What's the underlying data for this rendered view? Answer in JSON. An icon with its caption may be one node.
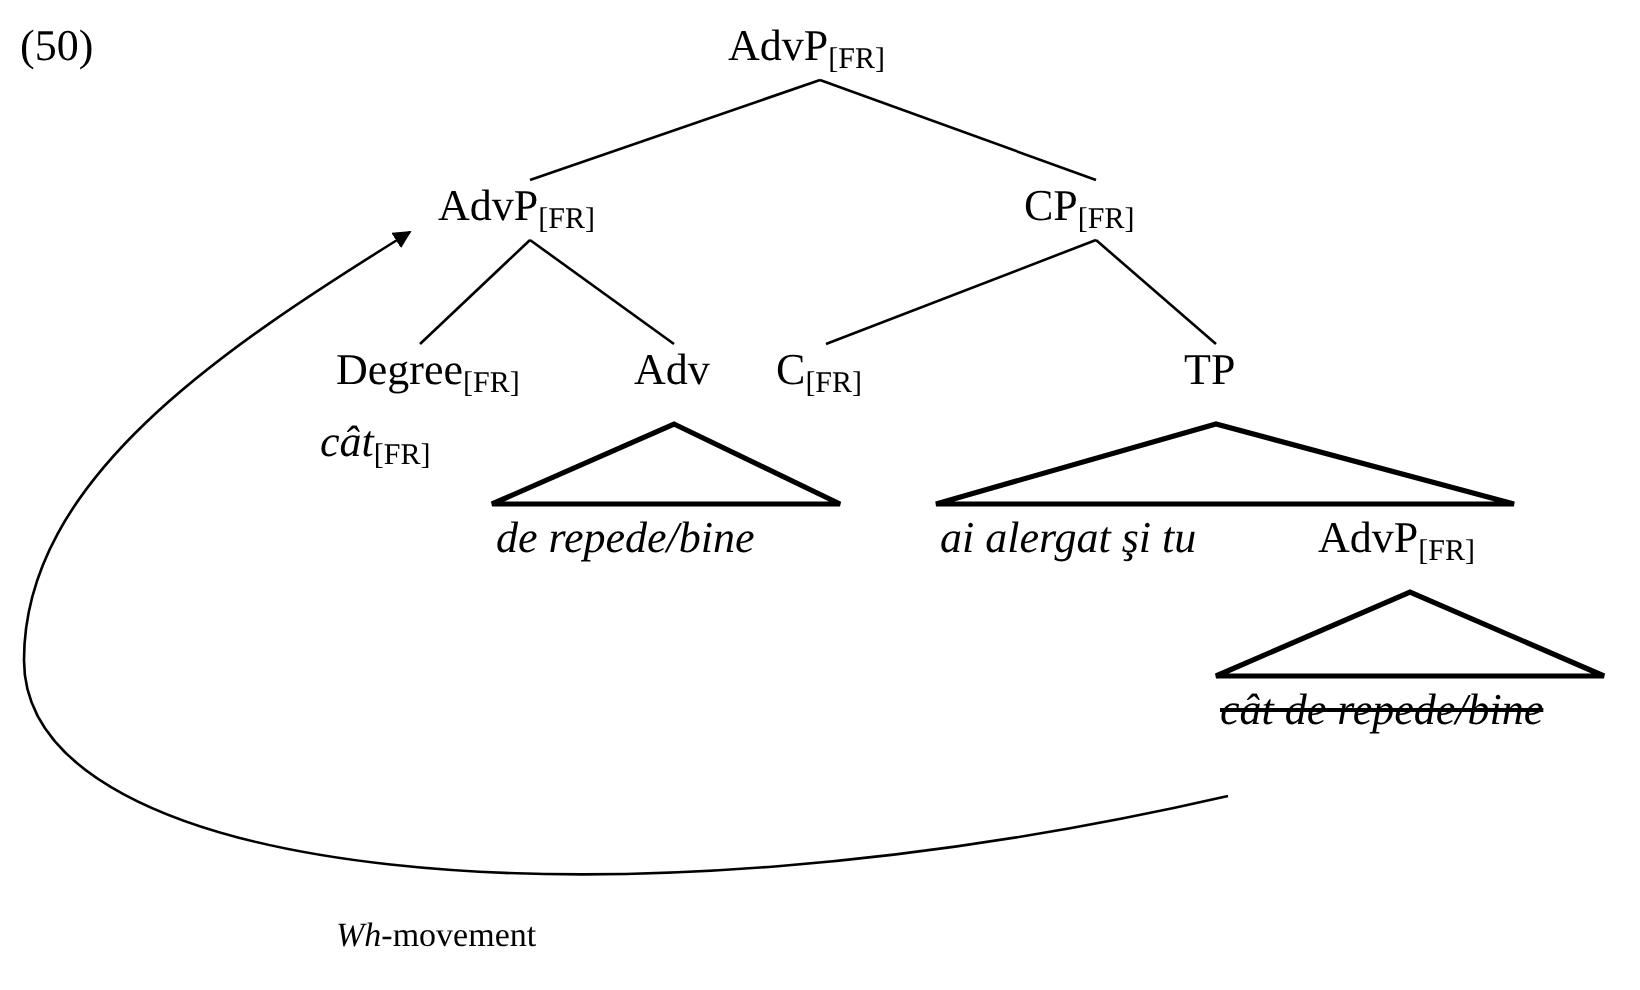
{
  "diagram": {
    "nodes": [
      {
        "text": [
          "AdvP$_{[FR]}$"
        ]
      },
      {
        "text": [
          "AdvP$_{[FR]}$"
        ]
      },
      {
        "text": [
          "CP$_{[FR]}$"
        ]
      },
      {
        "text": [
          "Degree$_{[FR]}$",
          "*cât*$_{[FR]}$"
        ]
      },
      {
        "text": [
          "Adv"
        ]
      },
      {
        "text": [
          "C$_{[FR]}$"
        ]
      },
      {
        "text": [
          "TP"
        ]
      },
      {
        "text": [
          "de repede/bine"
        ]
      },
      {
        "text": [
          "ai alergat şi tu"
        ]
      },
      {
        "text": [
          "AdvP$_{[FR]}$"
        ]
      },
      {
        "text": [
          "cât de repede/bine"
        ]
      }
    ],
    "edges": [
      {
        "from": 0,
        "to": 1,
        "arrow": "none"
      },
      {
        "from": 0,
        "to": 2,
        "arrow": "none"
      },
      {
        "from": 1,
        "to": 3,
        "arrow": "none"
      },
      {
        "from": 1,
        "to": 4,
        "arrow": "none"
      },
      {
        "from": 2,
        "to": 5,
        "arrow": "none"
      },
      {
        "from": 2,
        "to": 6,
        "arrow": "none"
      },
      {
        "from": 4,
        "to": 7,
        "arrow": "none",
        "style": "thick"
      },
      {
        "from": 6,
        "to": 8,
        "arrow": "none",
        "style": "thick"
      },
      {
        "from": 6,
        "to": 9,
        "arrow": "none",
        "style": "thick"
      },
      {
        "from": 9,
        "to": 10,
        "arrow": "none",
        "style": "thick"
      },
      {
        "from": 10,
        "to": 1,
        "arrow": "to",
        "label": "*Wh*-movement"
      }
    ],
    "labels": [
      "(50)"
    ]
  }
}
